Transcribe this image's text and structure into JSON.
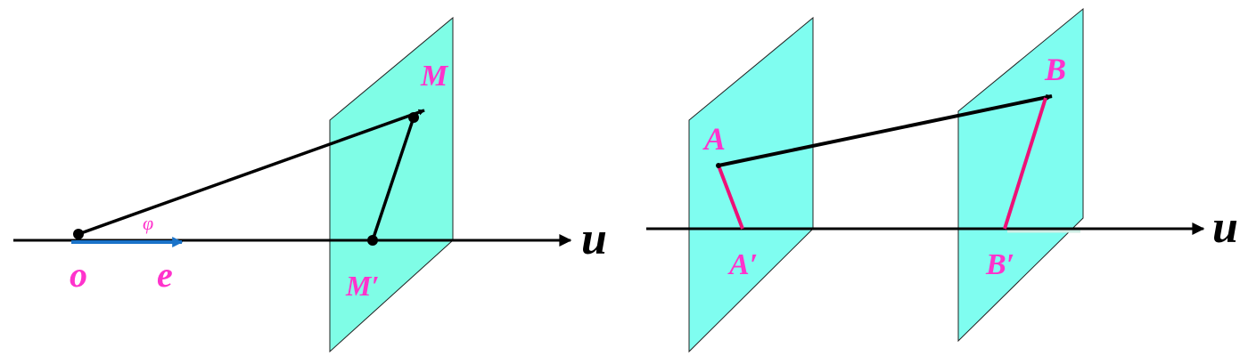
{
  "colors": {
    "plane_left": "#7ffde6",
    "plane_right": "#7ffdf0",
    "axis": "#000000",
    "label": "#ff33cc",
    "projection": "#ee1177",
    "unit_vector": "#1a73c9",
    "axis_label": "#000000"
  },
  "left_figure": {
    "axis_label": "u",
    "origin_label": "o",
    "unit_vector_label": "e",
    "angle_label": "φ",
    "point_label": "M",
    "projection_label": "M′"
  },
  "right_figure": {
    "axis_label": "u",
    "point_a_label": "A",
    "point_b_label": "B",
    "proj_a_label": "A′",
    "proj_b_label": "B′"
  }
}
